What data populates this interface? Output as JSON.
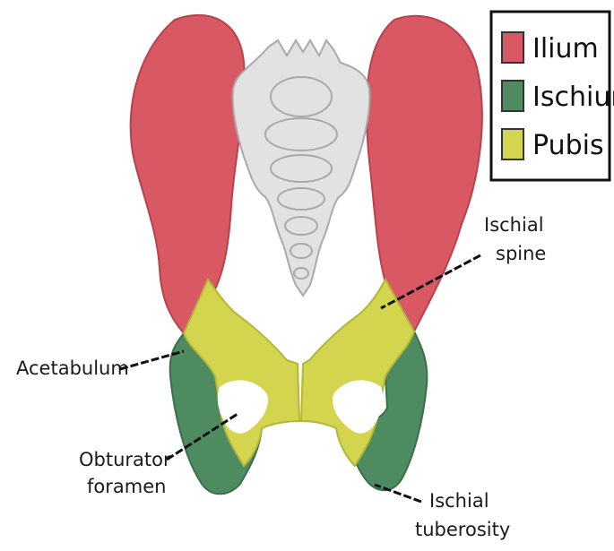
{
  "legend": {
    "items": [
      {
        "label": "Ilium",
        "color": "#d85963"
      },
      {
        "label": "Ischium",
        "color": "#4f8b61"
      },
      {
        "label": "Pubis",
        "color": "#d3d54e"
      }
    ]
  },
  "labels": {
    "acetabulum": "Acetabulum",
    "ischial_spine": [
      "Ischial",
      "spine"
    ],
    "obturator_foramen": [
      "Obturator",
      "foramen"
    ],
    "ischial_tuberosity": [
      "Ischial",
      "tuberosity"
    ]
  },
  "colors": {
    "ilium": "#d85963",
    "ilium_edge": "#b8414b",
    "ischium": "#4f8b61",
    "ischium_edge": "#3a6e4a",
    "pubis": "#d3d54e",
    "pubis_edge": "#b3b636",
    "sacrum": "#e2e2e2",
    "sacrum_edge": "#a9a9a9"
  }
}
